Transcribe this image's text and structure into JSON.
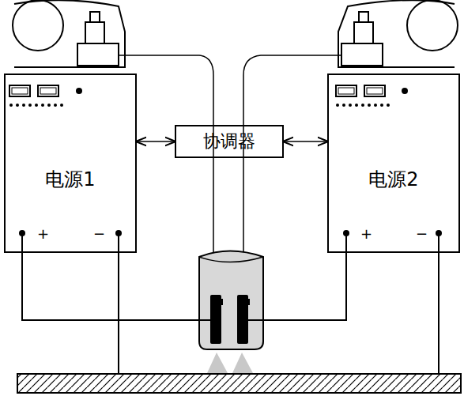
{
  "diagram": {
    "nodes": [
      {
        "text": [
          "电源1"
        ]
      },
      {
        "text": [
          "协调器"
        ]
      },
      {
        "text": [
          "电源2"
        ]
      }
    ],
    "edges": [
      {
        "from": 1,
        "to": 0,
        "arrow": "both"
      },
      {
        "from": 1,
        "to": 2,
        "arrow": "both"
      }
    ],
    "labels": [
      "+",
      "−",
      "+",
      "−"
    ]
  }
}
